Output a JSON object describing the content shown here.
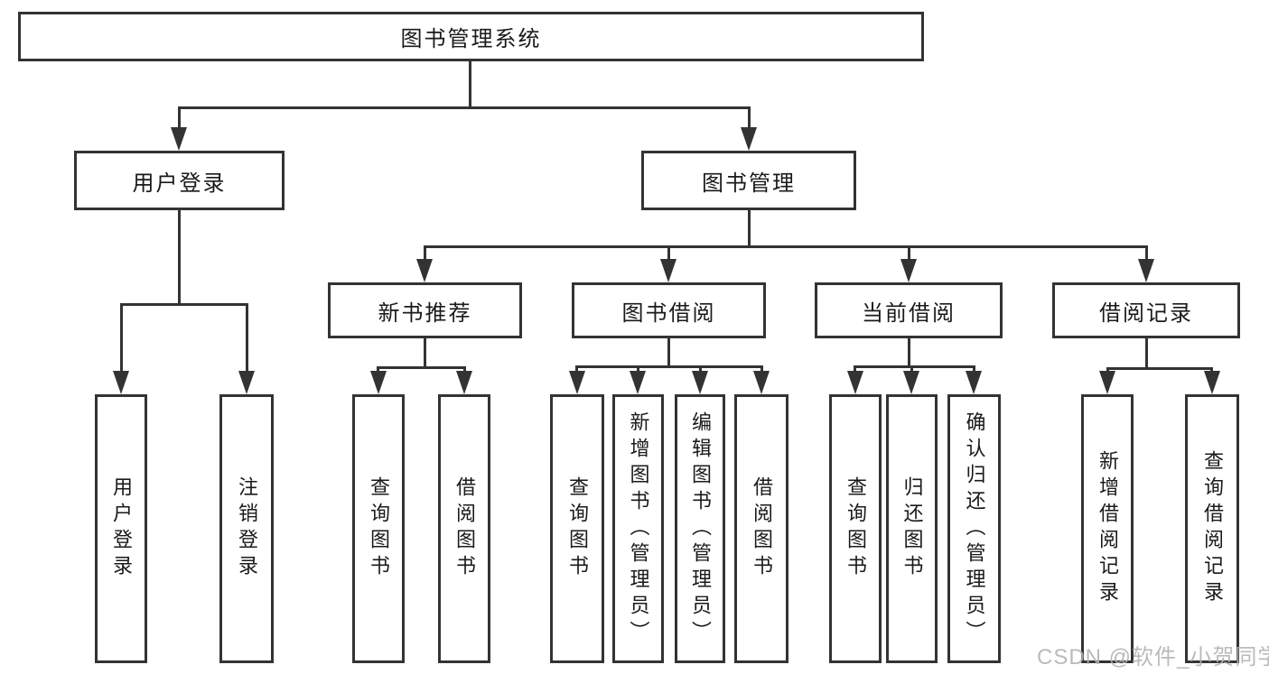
{
  "diagram": {
    "watermark": "CSDN @软件_小贺同学",
    "colors": {
      "line": "#333333",
      "text": "#1a1a1a",
      "background": "#ffffff",
      "watermark": "#b3b3b3"
    },
    "nodes": {
      "root": "图书管理系统",
      "user_login": "用户登录",
      "book_mgmt": "图书管理",
      "new_book_rec": "新书推荐",
      "book_borrow": "图书借阅",
      "current_borrow": "当前借阅",
      "borrow_records": "借阅记录",
      "leaf_user_login": "用户登录",
      "leaf_logout": "注销登录",
      "leaf_query_book_1": "查询图书",
      "leaf_borrow_book_1": "借阅图书",
      "leaf_query_book_2": "查询图书",
      "leaf_add_book": "新增图书（管理员）",
      "leaf_edit_book": "编辑图书（管理员）",
      "leaf_borrow_book_2": "借阅图书",
      "leaf_query_book_3": "查询图书",
      "leaf_return_book": "归还图书",
      "leaf_confirm_return": "确认归还（管理员）",
      "leaf_add_record": "新增借阅记录",
      "leaf_query_record": "查询借阅记录"
    }
  }
}
